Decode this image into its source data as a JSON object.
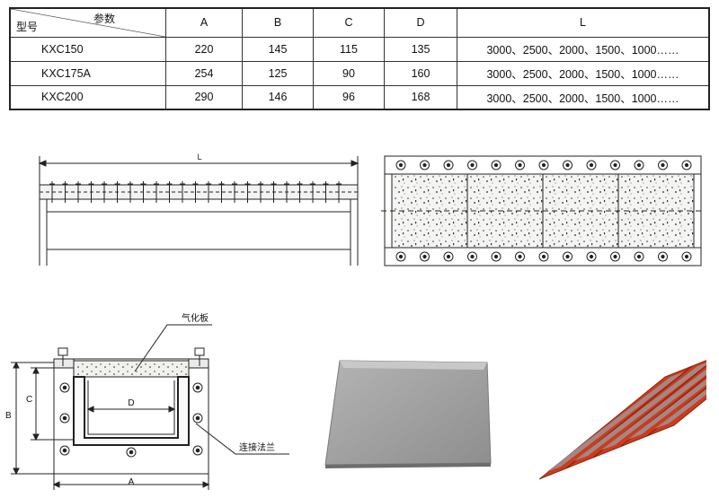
{
  "table": {
    "header_corner_top": "参数",
    "header_corner_bottom": "型号",
    "columns": [
      "A",
      "B",
      "C",
      "D",
      "L"
    ],
    "rows": [
      {
        "model": "KXC150",
        "A": "220",
        "B": "145",
        "C": "115",
        "D": "135",
        "L": "3000、2500、2000、1500、1000……"
      },
      {
        "model": "KXC175A",
        "A": "254",
        "B": "125",
        "C": "90",
        "D": "160",
        "L": "3000、2500、2000、1500、1000……"
      },
      {
        "model": "KXC200",
        "A": "290",
        "B": "146",
        "C": "96",
        "D": "168",
        "L": "3000、2500、2000、1500、1000……"
      }
    ]
  },
  "side_view": {
    "dimension_label": "L"
  },
  "section": {
    "label_board": "气化板",
    "label_flange": "连接法兰",
    "dim_A": "A",
    "dim_B": "B",
    "dim_C": "C",
    "dim_D": "D"
  },
  "colors": {
    "frame": "#222222",
    "panel_stipple": "#f4f4f2",
    "board_gray": "#9a9a9a",
    "product_red": "#cc3b1c"
  }
}
